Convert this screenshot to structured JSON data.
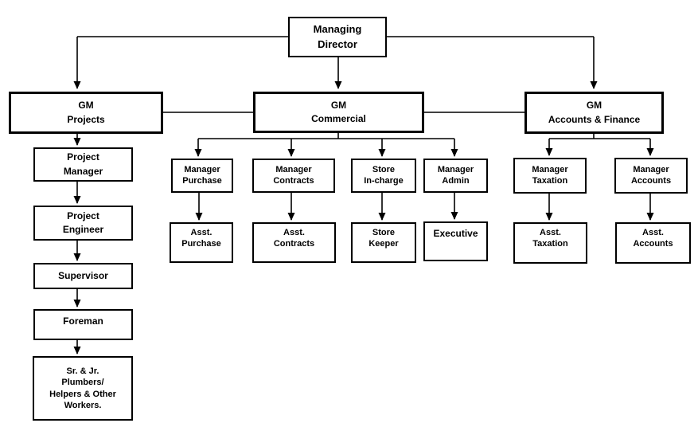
{
  "style": {
    "box_border_color": "#000000",
    "box_fill_color": "#ffffff",
    "text_color": "#000000",
    "connector_color": "#000000"
  },
  "nodes": {
    "managing_director": {
      "label": "Managing\nDirector"
    },
    "gm_projects": {
      "label": "GM\nProjects"
    },
    "gm_commercial": {
      "label": "GM\nCommercial"
    },
    "gm_accounts_finance": {
      "label": "GM\nAccounts & Finance"
    },
    "project_manager": {
      "label": "Project\nManager"
    },
    "project_engineer": {
      "label": "Project\nEngineer"
    },
    "supervisor": {
      "label": "Supervisor"
    },
    "foreman": {
      "label": "Foreman"
    },
    "workers": {
      "label": "Sr. & Jr.\nPlumbers/\nHelpers & Other\nWorkers."
    },
    "manager_purchase": {
      "label": "Manager\nPurchase"
    },
    "asst_purchase": {
      "label": "Asst.\nPurchase"
    },
    "manager_contracts": {
      "label": "Manager\nContracts"
    },
    "asst_contracts": {
      "label": "Asst.\nContracts"
    },
    "store_incharge": {
      "label": "Store\nIn-charge"
    },
    "store_keeper": {
      "label": "Store\nKeeper"
    },
    "manager_admin": {
      "label": "Manager\nAdmin"
    },
    "executive": {
      "label": "Executive"
    },
    "manager_taxation": {
      "label": "Manager\nTaxation"
    },
    "asst_taxation": {
      "label": "Asst.\nTaxation"
    },
    "manager_accounts": {
      "label": "Manager\nAccounts"
    },
    "asst_accounts": {
      "label": "Asst.\nAccounts"
    }
  },
  "hierarchy": [
    {
      "from": "managing_director",
      "to": "gm_projects"
    },
    {
      "from": "managing_director",
      "to": "gm_commercial"
    },
    {
      "from": "managing_director",
      "to": "gm_accounts_finance"
    },
    {
      "from": "gm_projects",
      "to": "project_manager"
    },
    {
      "from": "project_manager",
      "to": "project_engineer"
    },
    {
      "from": "project_engineer",
      "to": "supervisor"
    },
    {
      "from": "supervisor",
      "to": "foreman"
    },
    {
      "from": "foreman",
      "to": "workers"
    },
    {
      "from": "gm_commercial",
      "to": "manager_purchase"
    },
    {
      "from": "gm_commercial",
      "to": "manager_contracts"
    },
    {
      "from": "gm_commercial",
      "to": "store_incharge"
    },
    {
      "from": "gm_commercial",
      "to": "manager_admin"
    },
    {
      "from": "manager_purchase",
      "to": "asst_purchase"
    },
    {
      "from": "manager_contracts",
      "to": "asst_contracts"
    },
    {
      "from": "store_incharge",
      "to": "store_keeper"
    },
    {
      "from": "manager_admin",
      "to": "executive"
    },
    {
      "from": "gm_accounts_finance",
      "to": "manager_taxation"
    },
    {
      "from": "gm_accounts_finance",
      "to": "manager_accounts"
    },
    {
      "from": "manager_taxation",
      "to": "asst_taxation"
    },
    {
      "from": "manager_accounts",
      "to": "asst_accounts"
    }
  ]
}
